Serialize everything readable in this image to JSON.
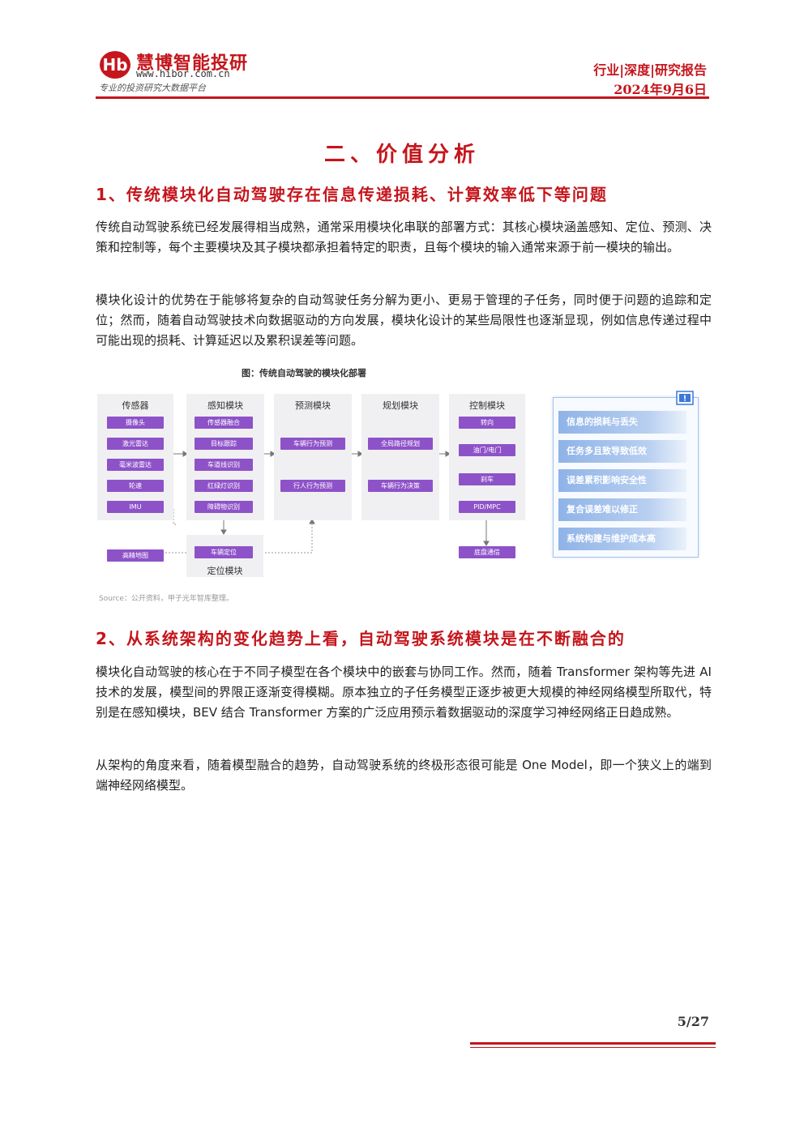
{
  "header": {
    "logo_name": "慧博智能投研",
    "logo_url": "www.hibor.com.cn",
    "logo_slogan": "专业的投资研究大数据平台",
    "category": "行业|深度|研究报告",
    "date": "2024年9月6日"
  },
  "section_title": "二、价值分析",
  "sub1": {
    "title": "1、传统模块化自动驾驶存在信息传递损耗、计算效率低下等问题",
    "paragraphs": [
      "传统自动驾驶系统已经发展得相当成熟，通常采用模块化串联的部署方式：其核心模块涵盖感知、定位、预测、决策和控制等，每个主要模块及其子模块都承担着特定的职责，且每个模块的输入通常来源于前一模块的输出。",
      "模块化设计的优势在于能够将复杂的自动驾驶任务分解为更小、更易于管理的子任务，同时便于问题的追踪和定位；然而，随着自动驾驶技术向数据驱动的方向发展，模块化设计的某些局限性也逐渐显现，例如信息传递过程中可能出现的损耗、计算延迟以及累积误差等问题。"
    ]
  },
  "figure": {
    "title": "图：传统自动驾驶的模块化部署",
    "source": "Source：公开资料，甲子光年智库整理。",
    "columns": [
      {
        "title": "传感器",
        "items": [
          "摄像头",
          "激光雷达",
          "毫米波雷达",
          "轮速",
          "IMU"
        ]
      },
      {
        "title": "感知模块",
        "items": [
          "传感器融合",
          "目标跟踪",
          "车道线识别",
          "红绿灯识别",
          "障碍物识别"
        ]
      },
      {
        "title": "预测模块",
        "items": [
          "车辆行为预测",
          "行人行为预测"
        ]
      },
      {
        "title": "规划模块",
        "items": [
          "全局路径规划",
          "车辆行为决策"
        ]
      },
      {
        "title": "控制模块",
        "items": [
          "转向",
          "油门/电门",
          "刹车",
          "PID/MPC"
        ]
      }
    ],
    "hd_map": "高精地图",
    "vehicle_pos": "车辆定位",
    "loc_module": "定位模块",
    "chassis": "底盘通信",
    "issues": [
      "信息的损耗与丢失",
      "任务多且致导致低效",
      "误差累积影响安全性",
      "复合误差难以修正",
      "系统构建与维护成本高"
    ],
    "pill_color": "#8e52c8"
  },
  "sub2": {
    "title": "2、从系统架构的变化趋势上看，自动驾驶系统模块是在不断融合的",
    "paragraphs": [
      "模块化自动驾驶的核心在于不同子模型在各个模块中的嵌套与协同工作。然而，随着 Transformer 架构等先进 AI 技术的发展，模型间的界限正逐渐变得模糊。原本独立的子任务模型正逐步被更大规模的神经网络模型所取代，特别是在感知模块，BEV 结合 Transformer 方案的广泛应用预示着数据驱动的深度学习神经网络正日趋成熟。",
      "从架构的角度来看，随着模型融合的趋势，自动驾驶系统的终极形态很可能是 One Model，即一个狭义上的端到端神经网络模型。"
    ]
  },
  "footer": {
    "page": "5/27"
  },
  "colors": {
    "accent": "#c4161c",
    "issue_blue": "#8fb3e8"
  }
}
